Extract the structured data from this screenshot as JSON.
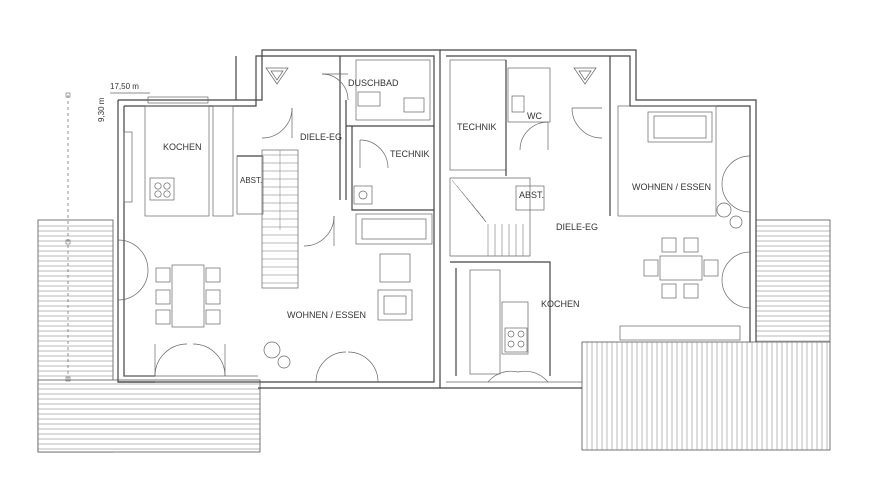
{
  "dimensions": {
    "width_label": "17,50 m",
    "depth_label": "9,30 m"
  },
  "rooms_left": {
    "kitchen": "KOCHEN",
    "storage": "ABST.",
    "hall": "DIELE-EG",
    "shower": "DUSCHBAD",
    "utility": "TECHNIK",
    "living": "WOHNEN / ESSEN"
  },
  "rooms_right": {
    "utility": "TECHNIK",
    "wc": "WC",
    "storage": "ABST.",
    "hall": "DIELE-EG",
    "living": "WOHNEN / ESSEN",
    "kitchen": "KOCHEN"
  }
}
